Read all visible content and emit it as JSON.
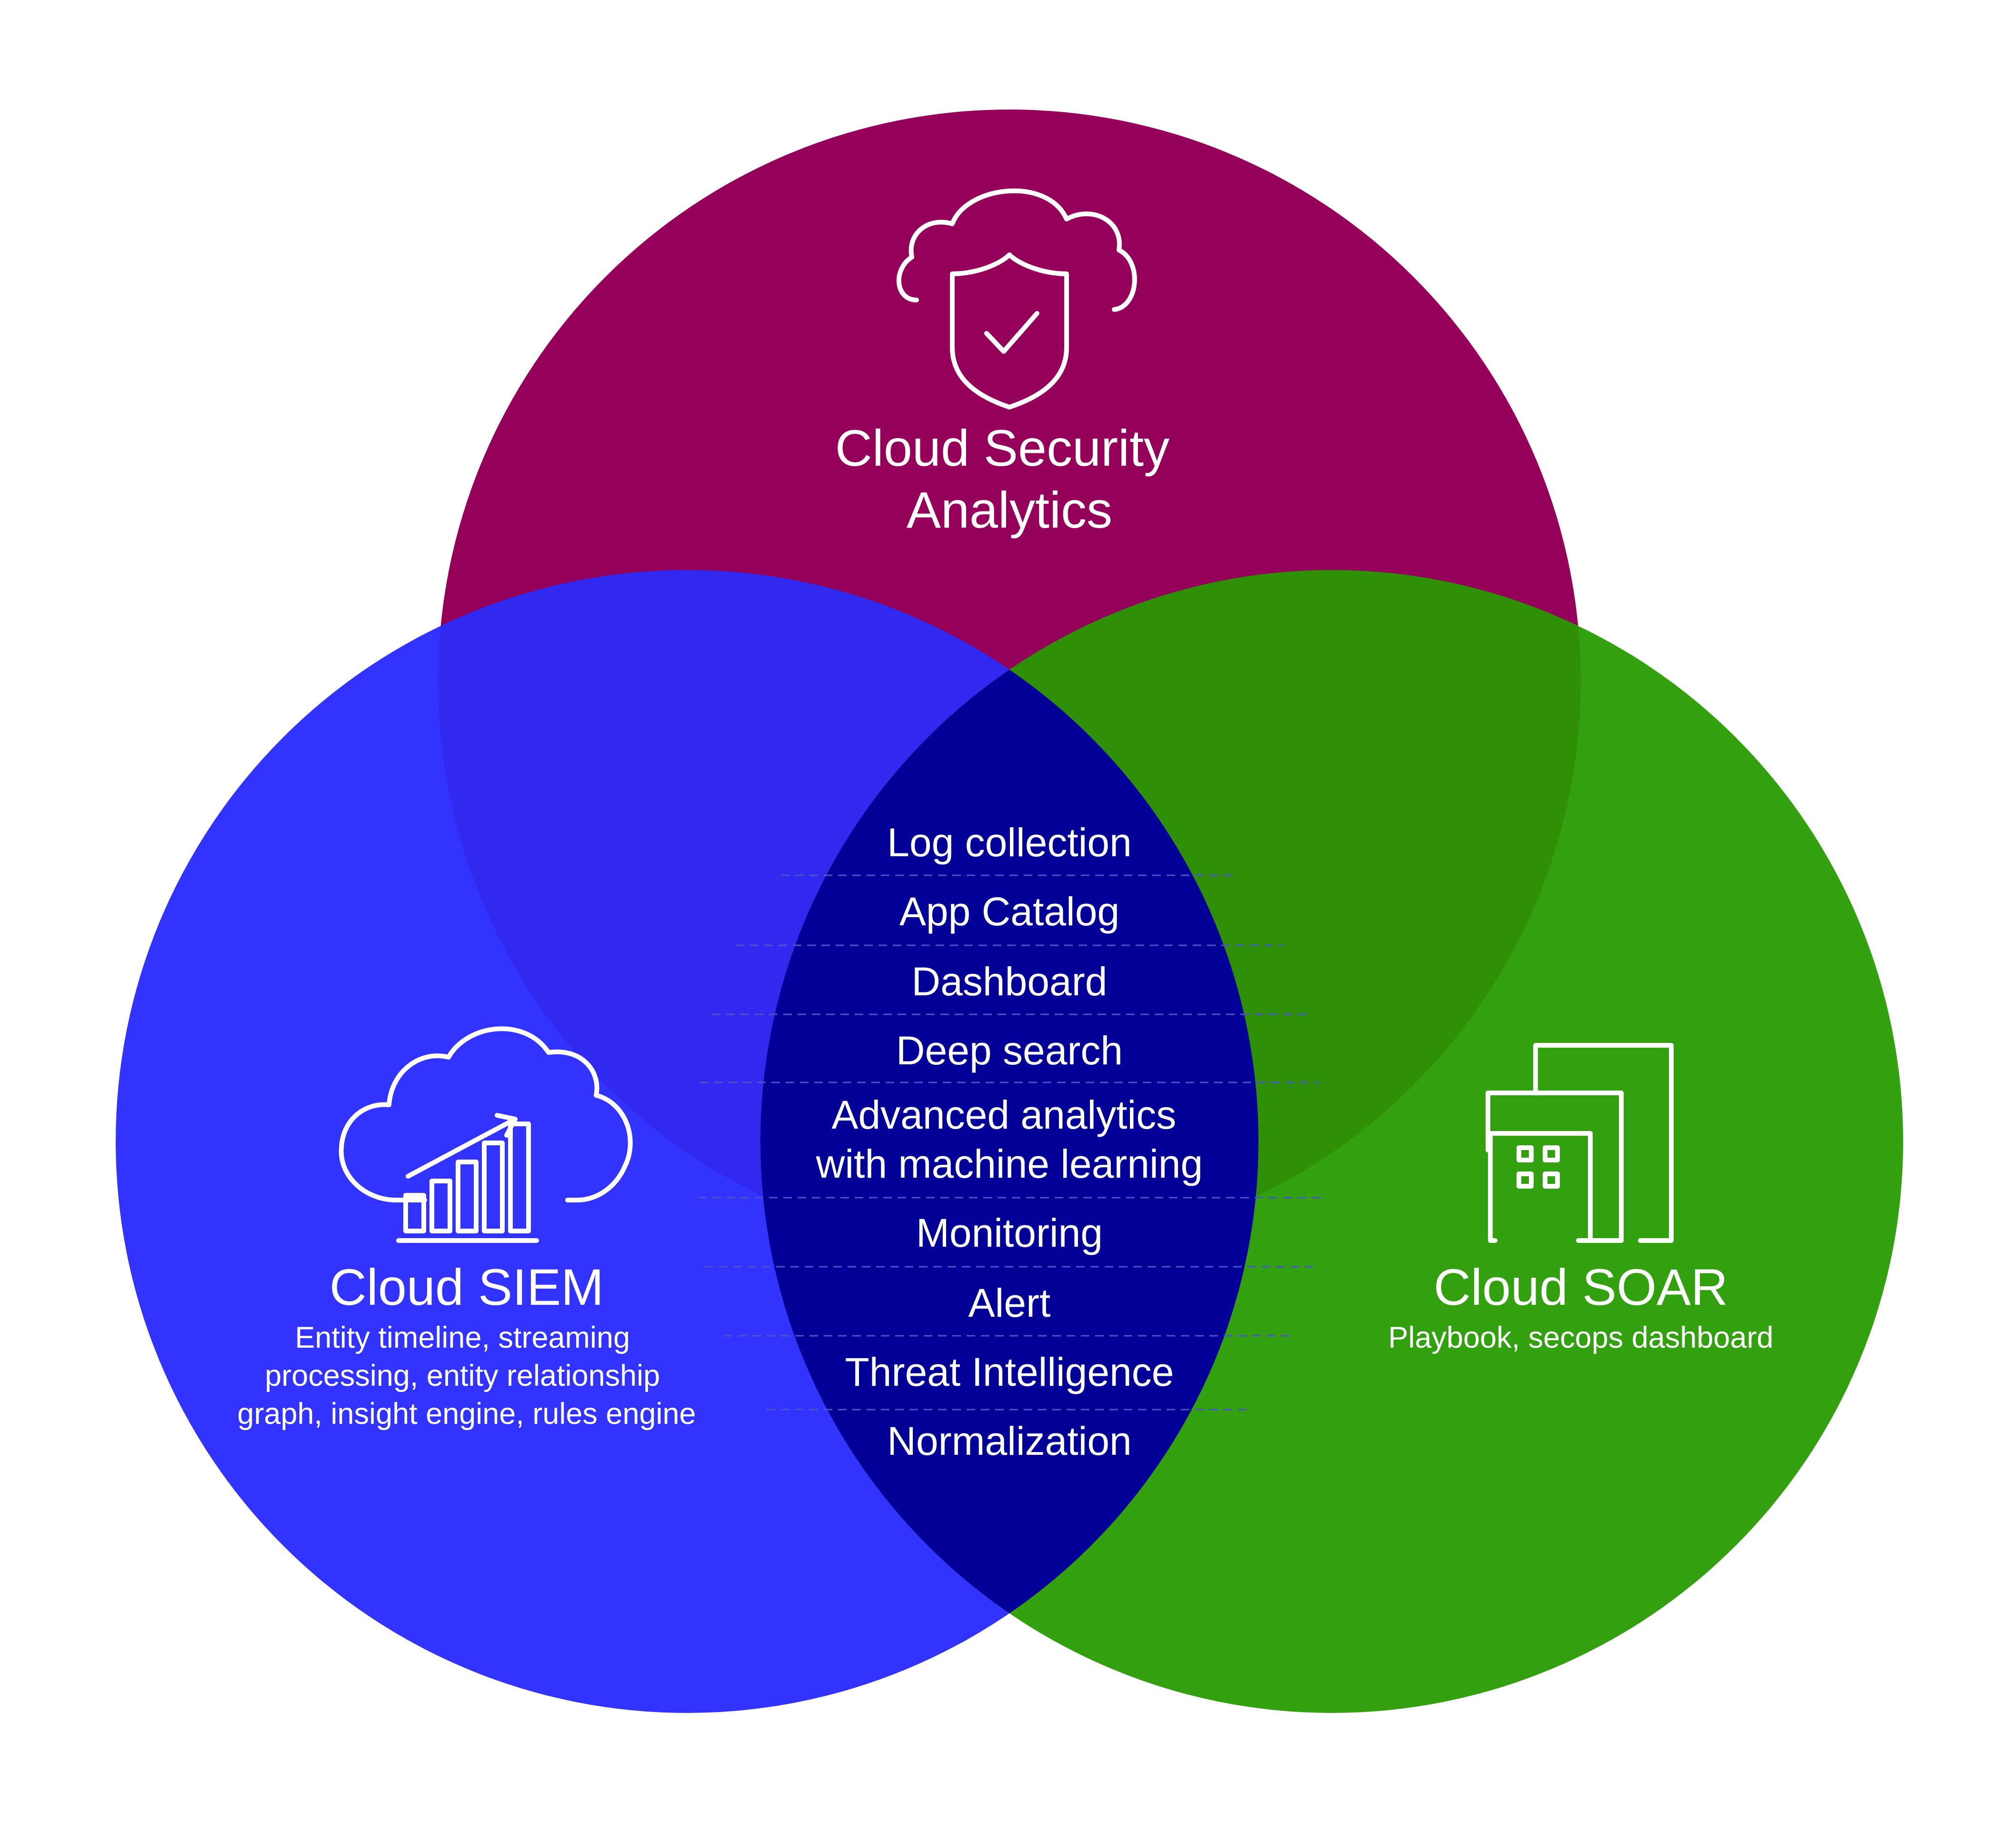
{
  "colors": {
    "background": "#ffffff",
    "analytics": "#95005a",
    "siem": "#3333ff",
    "soar": "#33a10f",
    "siem_analytics_overlap": "#3229f0",
    "analytics_soar_overlap": "#2f9007",
    "core_overlap": "#020097",
    "text": "#ffffff"
  },
  "analytics": {
    "icon": "cloud-shield-check-icon",
    "title_lines": [
      "Cloud Security",
      "Analytics"
    ]
  },
  "siem": {
    "icon": "cloud-growth-chart-icon",
    "title": "Cloud SIEM",
    "description_lines": [
      "Entity timeline, streaming",
      "processing, entity relationship",
      "graph, insight engine, rules engine"
    ]
  },
  "soar": {
    "icon": "stacked-buildings-icon",
    "title": "Cloud SOAR",
    "description": "Playbook, secops dashboard"
  },
  "shared_features": [
    [
      "Log collection"
    ],
    [
      "App Catalog"
    ],
    [
      "Dashboard"
    ],
    [
      "Deep search"
    ],
    [
      "Advanced analytics",
      "with machine learning"
    ],
    [
      "Monitoring"
    ],
    [
      "Alert"
    ],
    [
      "Threat Intelligence"
    ],
    [
      "Normalization"
    ]
  ]
}
